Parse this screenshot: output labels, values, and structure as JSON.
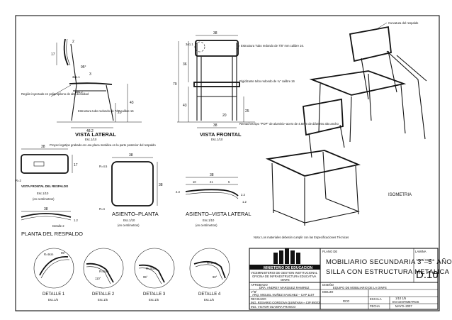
{
  "lateral": {
    "title": "VISTA LATERAL",
    "scale": "Esc.1/10",
    "dims": {
      "d2": "2",
      "d17": "17",
      "d95": "95°",
      "d3": "3",
      "r1": "3ø1.1",
      "r2": "3ø1.2",
      "d43": "43",
      "d20": "20",
      "d482": "48.2"
    },
    "note_region": "Región inyectado en polipropileno de alta densidad",
    "note_tube": "Estructura tubo redondo de 7/8\" calibre 16"
  },
  "frontal": {
    "title": "VISTA FRONTAL",
    "scale": "Esc.1/10",
    "dims": {
      "d38": "38",
      "d36": "36",
      "d79": "79",
      "d43": "43",
      "d25": "25",
      "d20": "20",
      "d38b": "38",
      "r": "3ø1.1"
    },
    "note_tube": "Estructura Tubo redondo de 7/8\" mm calibre 16.",
    "note_rig": "Rigidizante tubo redondo de ¾\" calibre 16",
    "note_rivet": "Remaches tipo \"POP\" de aluminio–acero de 4.8mm de diámetro alto ancho"
  },
  "respaldo": {
    "title": "VISTA FRONTAL DEL RESPALDO",
    "scale": "Esc.1/10",
    "unit": "(en centímetros)",
    "note_logo": "Proyec.logotipo grabado en una placa metálica en la parte posterior del respaldo",
    "dims": {
      "d38": "38",
      "d17": "17",
      "r2": "R=2"
    }
  },
  "planta_respaldo": {
    "title": "PLANTA DEL RESPALDO",
    "dims": {
      "d38": "38",
      "d12": "1.2",
      "detail": "Detalle 2"
    }
  },
  "asiento_planta": {
    "title": "ASIENTO–PLANTA",
    "scale": "Esc.1/10",
    "unit": "(en centímetros)",
    "dims": {
      "d38": "38",
      "r45": "R=4.5",
      "d38b": "38",
      "r4": "R=4"
    }
  },
  "asiento_lateral": {
    "title": "ASIENTO–VISTA LATERAL",
    "scale": "Esc.1/10",
    "unit": "(en centímetros)",
    "dims": {
      "d38": "38",
      "d10": "10",
      "d21": "21",
      "d5": "5",
      "d23": "2.3",
      "d23b": "2.3",
      "d12": "1.2"
    }
  },
  "isometria": {
    "title": "ISOMETRIA",
    "note_curve": "Curvatura del respaldo"
  },
  "note_materials": "Nota: Los materiales deberán cumplir con las Especificaciones Técnicas",
  "details": [
    {
      "title": "DETALLE 1",
      "scale": "Esc.1/5",
      "r": "R=9cm",
      "a": "95°"
    },
    {
      "title": "DETALLE 2",
      "scale": "Esc.1/5",
      "r": "R=9cm",
      "a": "110°"
    },
    {
      "title": "DETALLE 3",
      "scale": "Esc.1/5",
      "r": "R=4cm",
      "a": "95°"
    },
    {
      "title": "DETALLE 4",
      "scale": "Esc.1/5",
      "r": "R=9cm",
      "a": "90°"
    }
  ],
  "titleblock": {
    "ministry": "MINISTERIO DE EDUCACION",
    "vice": "VICEMINISTERIO DE GESTION INSTITUCIONAL",
    "office": "OFICINA DE INFRAESTRUCTURA EDUCATIVA",
    "ofie": "OINFE",
    "plano_label": "PLANO DE",
    "plano_l1": "MOBILIARIO SECUNDARIA 3°–5° AÑO",
    "plano_l2": "SILLA CON ESTRUCTURA METALICA",
    "lamina_label": "LAMINA",
    "lamina_code": "MET / MAD",
    "lamina_num": "D.10",
    "aprobado_label": "APROBADO",
    "aprobado": "DRA. ANDREY MARQUEZ RAMIREZ",
    "diseno_label": "DISEÑO",
    "diseno": "EQUIPO DE MOBILIARIO DE LA OINFE",
    "vb_label": "V°B°",
    "vb": "ARQ. MIGUEL NUÑEZ SANCHEZ – CAP 1107",
    "dibujo_label": "DIBUJO",
    "dibujo": "RCO",
    "escala_label": "ESCALA",
    "escala": "1/10 1/5",
    "escala_unit": "EN CENTIMETROS",
    "revisado_label": "REVISADO",
    "revisado1": "ING. ROSARIO CORDOVA QUINTANA – CIP 85023",
    "revisado2": "ING. VICTOR OLIVERA FRANCO",
    "fecha_label": "FECHA",
    "fecha": "MAYO–2007"
  }
}
